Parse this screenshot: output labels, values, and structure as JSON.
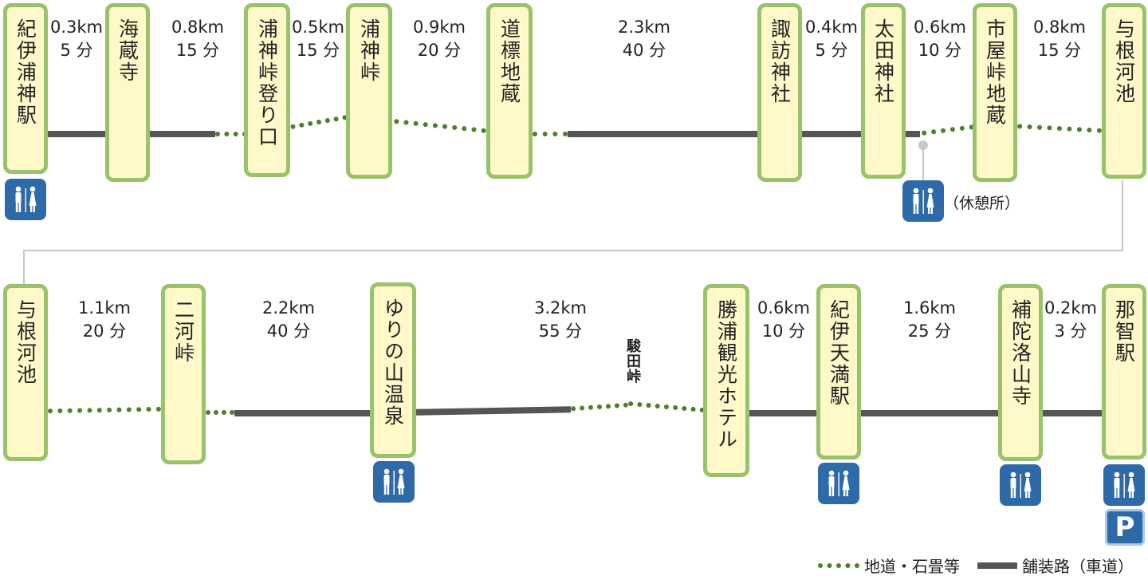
{
  "rows": [
    {
      "stops": [
        "紀伊浦神駅",
        "海蔵寺",
        "浦神峠登り口",
        "浦神峠",
        "道標地蔵",
        "諏訪神社",
        "太田神社",
        "市屋峠地蔵",
        "与根河池"
      ],
      "segments": [
        {
          "km": "0.3km",
          "min": "5 分",
          "type": "paved"
        },
        {
          "km": "0.8km",
          "min": "15 分",
          "type": "paved"
        },
        {
          "km": "0.5km",
          "min": "15 分",
          "type": "trail"
        },
        {
          "km": "0.9km",
          "min": "20 分",
          "type": "trail"
        },
        {
          "km": "2.3km",
          "min": "40 分",
          "type": "paved"
        },
        {
          "km": "0.4km",
          "min": "5 分",
          "type": "paved"
        },
        {
          "km": "0.6km",
          "min": "10 分",
          "type": "trail"
        },
        {
          "km": "0.8km",
          "min": "15 分",
          "type": "trail"
        }
      ]
    },
    {
      "stops": [
        "与根河池",
        "二河峠",
        "ゆりの山温泉",
        "勝浦観光ホテル",
        "紀伊天満駅",
        "補陀洛山寺",
        "那智駅"
      ],
      "segments": [
        {
          "km": "1.1km",
          "min": "20 分",
          "type": "trail"
        },
        {
          "km": "2.2km",
          "min": "40 分",
          "type": "paved"
        },
        {
          "km": "3.2km",
          "min": "55 分",
          "type": "paved"
        },
        {
          "km": "0.6km",
          "min": "10 分",
          "type": "paved"
        },
        {
          "km": "1.6km",
          "min": "25 分",
          "type": "paved"
        },
        {
          "km": "0.2km",
          "min": "3 分",
          "type": "paved"
        }
      ]
    }
  ],
  "pass_label": "駿田峠",
  "rest_label": "（休憩所）",
  "parking_label": "P",
  "legend": {
    "trail": "地道・石畳等",
    "paved": "舗装路（車道）"
  },
  "colors": {
    "stop_fill": "#fff9c9",
    "stop_border": "#98c36a",
    "trail": "#4d7f2c",
    "paved": "#555555",
    "facility": "#2f6aa8"
  },
  "icons": {
    "restroom": "restroom-icon",
    "parking": "parking-icon"
  }
}
